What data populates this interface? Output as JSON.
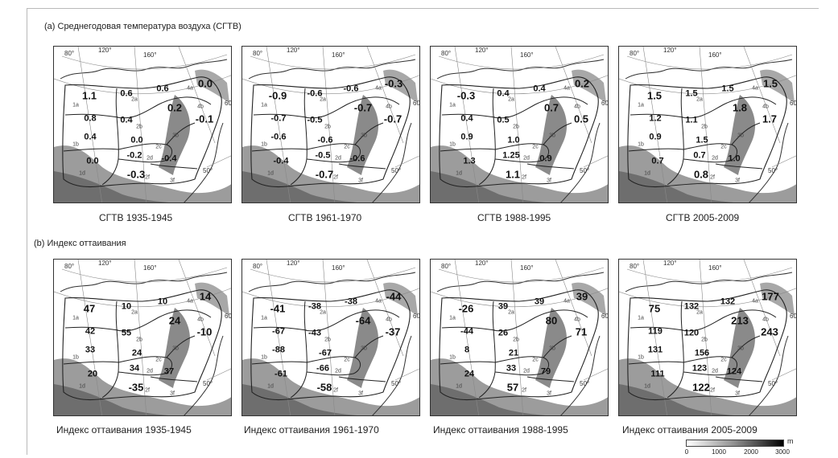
{
  "panel_a_title": "(a) Среднегодовая температура воздуха (СГТВ)",
  "panel_b_title": "(b) Индекс оттаивания",
  "graticule_labels": [
    "80°",
    "120°",
    "160°",
    "60°",
    "50°"
  ],
  "zone_labels": [
    "1a",
    "1b",
    "1d",
    "2a",
    "2b",
    "2c",
    "2d",
    "2f",
    "3b",
    "3f",
    "4a",
    "4b"
  ],
  "maps_a": [
    {
      "caption": "СГТВ  1935-1945",
      "values": [
        "1.1",
        "0.6",
        "0.6",
        "0.0",
        "0.8",
        "0.4",
        "0.2",
        "0.4",
        "0.0",
        "-0.1",
        "-0.2",
        "0.0",
        "-0.3",
        "-0.4"
      ]
    },
    {
      "caption": "СГТВ  1961-1970",
      "values": [
        "-0.9",
        "-0.6",
        "-0.6",
        "-0.3",
        "-0.7",
        "-0.5",
        "-0.7",
        "-0.6",
        "-0.6",
        "-0.7",
        "-0.5",
        "-0.4",
        "-0.7",
        "-0.6"
      ]
    },
    {
      "caption": "СГТВ  1988-1995",
      "values": [
        "-0.3",
        "0.4",
        "0.4",
        "0.2",
        "0.4",
        "0.5",
        "0.7",
        "0.9",
        "1.0",
        "0.5",
        "1.25",
        "1.3",
        "1.1",
        "0.9"
      ]
    },
    {
      "caption": "СГТВ  2005-2009",
      "values": [
        "1.5",
        "1.5",
        "1.5",
        "1.5",
        "1.2",
        "1.1",
        "1.8",
        "0.9",
        "1.5",
        "1.7",
        "0.7",
        "0.7",
        "0.8",
        "1.0"
      ]
    }
  ],
  "maps_b": [
    {
      "caption": "Индекс оттаивания 1935-1945",
      "values": [
        "47",
        "10",
        "10",
        "14",
        "42",
        "55",
        "24",
        "33",
        "24",
        "-10",
        "34",
        "20",
        "-35",
        "37"
      ]
    },
    {
      "caption": "Индекс оттаивания 1961-1970",
      "values": [
        "-41",
        "-38",
        "-38",
        "-44",
        "-67",
        "-43",
        "-64",
        "-88",
        "-67",
        "-37",
        "-66",
        "-61",
        "-58",
        ""
      ]
    },
    {
      "caption": "Индекс оттаивания 1988-1995",
      "values": [
        "-26",
        "39",
        "39",
        "39",
        "-44",
        "26",
        "80",
        "8",
        "21",
        "71",
        "33",
        "24",
        "57",
        "79"
      ]
    },
    {
      "caption": "Индекс оттаивания 2005-2009",
      "values": [
        "75",
        "132",
        "132",
        "177",
        "119",
        "120",
        "213",
        "131",
        "156",
        "243",
        "123",
        "111",
        "122",
        "124"
      ]
    }
  ],
  "scale": {
    "unit": "m",
    "ticks": [
      "0",
      "1000",
      "2000",
      "3000"
    ]
  }
}
